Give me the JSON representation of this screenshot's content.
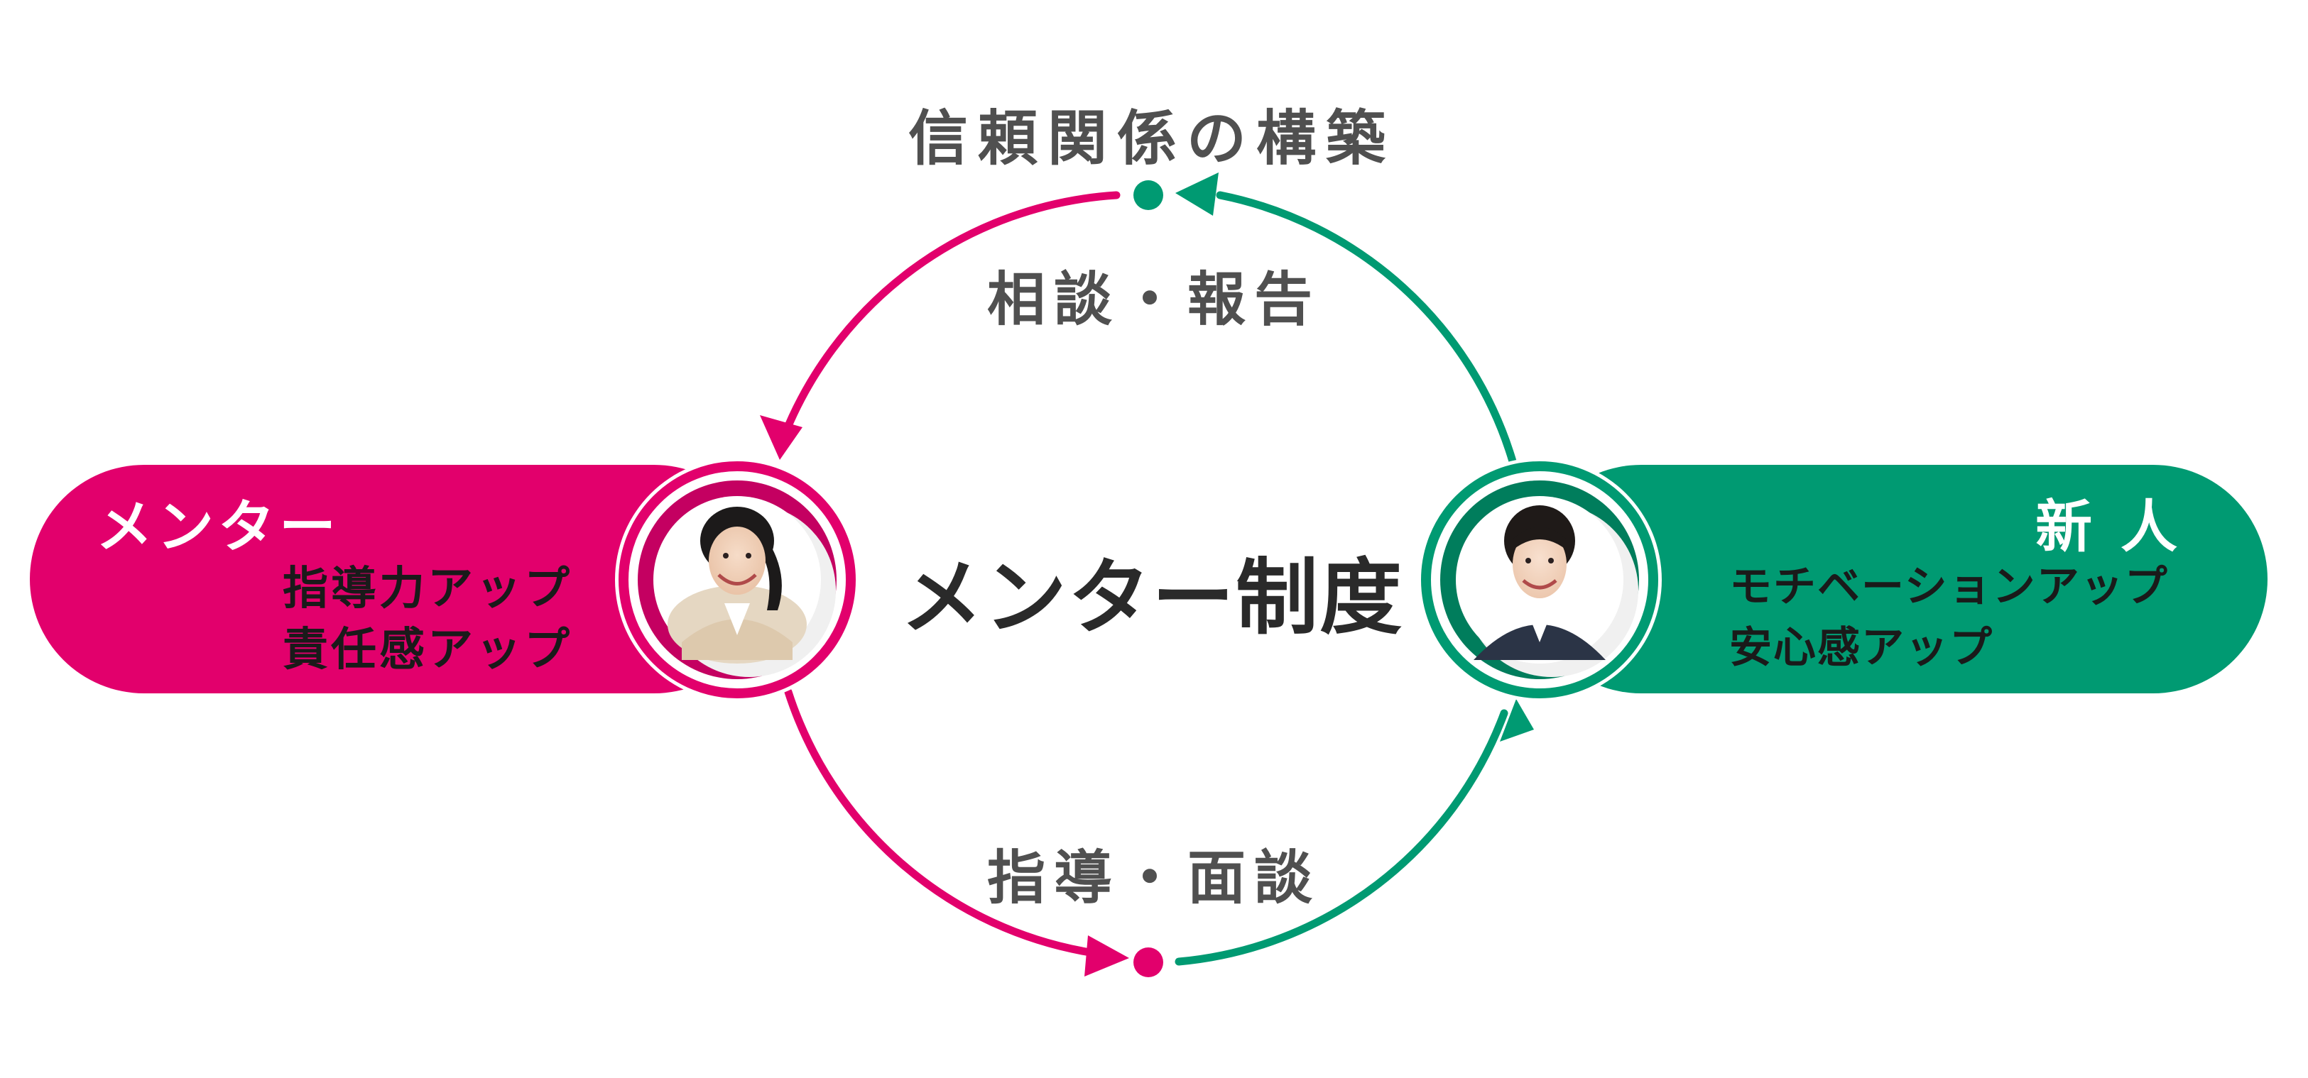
{
  "diagram": {
    "title": "メンター制度",
    "top_label": "信頼関係の構築",
    "upper_arrow_label": "相談・報告",
    "lower_arrow_label": "指導・面談",
    "mentor": {
      "name": "メンター",
      "benefits": [
        "指導力アップ",
        "責任感アップ"
      ]
    },
    "newcomer": {
      "name": "新 人",
      "benefits": [
        "モチベーションアップ",
        "安心感アップ"
      ]
    }
  },
  "colors": {
    "mentor": "#e2006c",
    "newcomer": "#009a72",
    "label_text": "#505050",
    "title_text": "#2a2a2a"
  }
}
